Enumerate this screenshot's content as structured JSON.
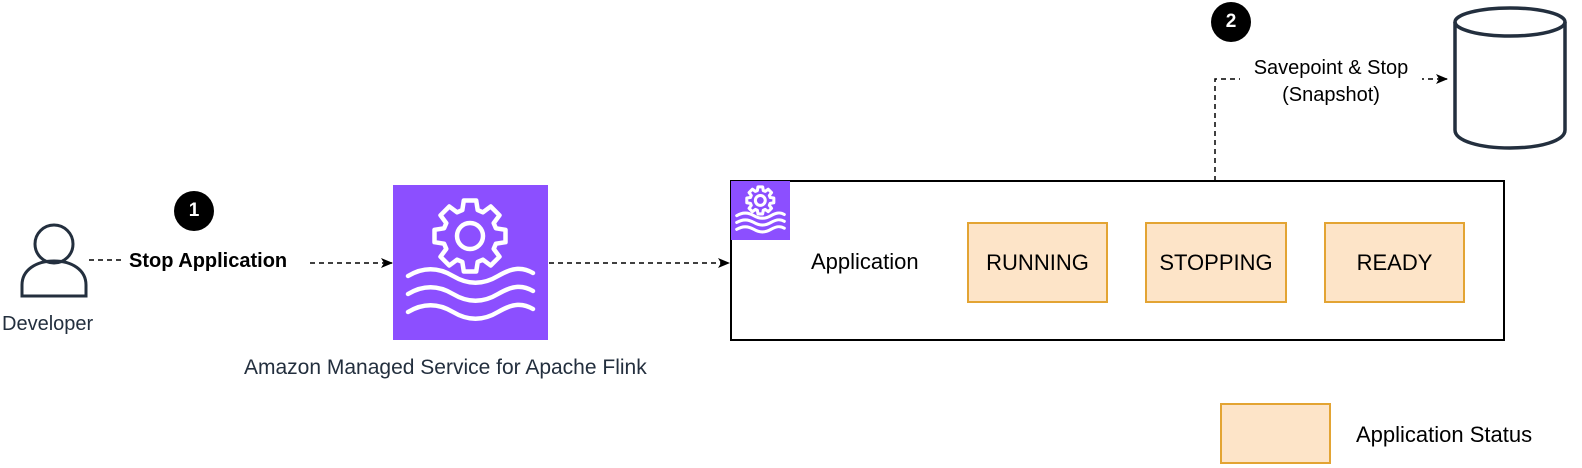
{
  "colors": {
    "flink_purple": "#8c4fff",
    "status_fill": "#fde4c8",
    "status_border": "#e3a433",
    "icon_stroke": "#232f3e"
  },
  "developer": {
    "label": "Developer",
    "icon": "user-icon"
  },
  "step1": {
    "number": "1",
    "label": "Stop Application"
  },
  "service": {
    "label": "Amazon Managed Service for Apache Flink",
    "icon": "flink-gear-waves-icon"
  },
  "application": {
    "label": "Application",
    "icon": "flink-gear-waves-icon",
    "statuses": [
      "RUNNING",
      "STOPPING",
      "READY"
    ]
  },
  "step2": {
    "number": "2",
    "label_line1": "Savepoint & Stop",
    "label_line2": "(Snapshot)"
  },
  "storage": {
    "icon": "database-cylinder-icon"
  },
  "legend": {
    "label": "Application Status"
  }
}
